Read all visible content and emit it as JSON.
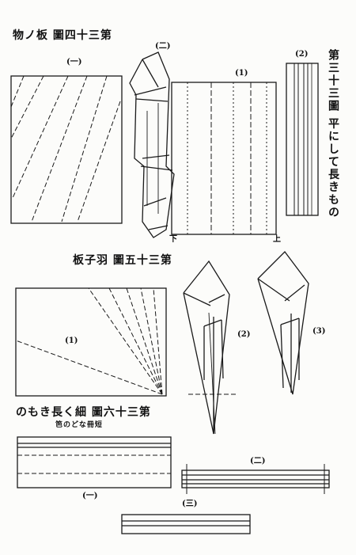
{
  "page": {
    "figure34_title": "物ノ板 圖四十三第",
    "figure33_title": "第三十三圖 平にして長きもの",
    "figure35_title": "板子羽 圖五十三第",
    "figure36_title": "のもき長く細 圖六十三第",
    "figure36_subtitle": "笆のどな冊短",
    "labels": {
      "f34_1": "(一)",
      "f34_2": "(二)",
      "f33_1": "(1)",
      "f33_2": "(2)",
      "f33_bottom": "下",
      "f33_top": "上",
      "f35_1": "(1)",
      "f35_2": "(2)",
      "f35_3": "(3)",
      "f36_1": "(一)",
      "f36_2": "(二)",
      "f36_3": "(三)"
    }
  }
}
